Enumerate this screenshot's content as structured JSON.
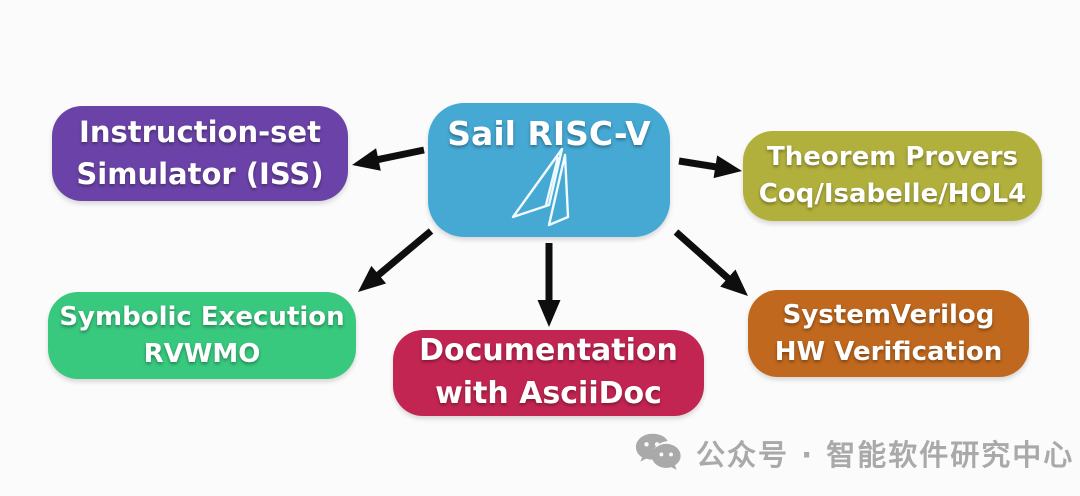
{
  "diagram": {
    "center": {
      "id": "sail-riscv",
      "label": "Sail RISC-V",
      "color": "#45a9d4",
      "logo": "sail-logo"
    },
    "nodes": [
      {
        "id": "iss",
        "lines": [
          "Instruction-set",
          "Simulator (ISS)"
        ],
        "color": "#6b43a8"
      },
      {
        "id": "theorem-provers",
        "lines": [
          "Theorem Provers",
          "Coq/Isabelle/HOL4"
        ],
        "color": "#b2b03c"
      },
      {
        "id": "symbolic-execution",
        "lines": [
          "Symbolic Execution",
          "RVWMO"
        ],
        "color": "#38c97e"
      },
      {
        "id": "documentation",
        "lines": [
          "Documentation",
          "with AsciiDoc"
        ],
        "color": "#c32552"
      },
      {
        "id": "systemverilog-hw",
        "lines": [
          "SystemVerilog",
          "HW Verification"
        ],
        "color": "#c0681e"
      }
    ],
    "edges": [
      {
        "from": "sail-riscv",
        "to": "iss"
      },
      {
        "from": "sail-riscv",
        "to": "theorem-provers"
      },
      {
        "from": "sail-riscv",
        "to": "symbolic-execution"
      },
      {
        "from": "sail-riscv",
        "to": "documentation"
      },
      {
        "from": "sail-riscv",
        "to": "systemverilog-hw"
      }
    ],
    "arrow_color": "#0e0e0e",
    "text_color": "#ffffff"
  },
  "watermark": {
    "icon": "wechat-icon",
    "text": "公众号 · 智能软件研究中心",
    "color": "#a9a9a9"
  }
}
